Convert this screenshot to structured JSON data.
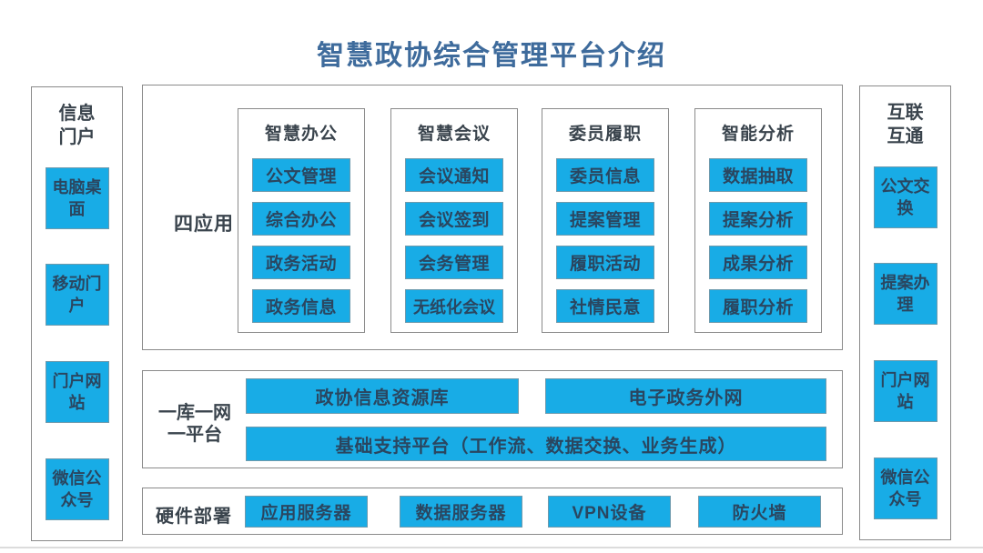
{
  "title": "智慧政协综合管理平台介绍",
  "colors": {
    "accent_cyan": "#18ace6",
    "title_blue": "#3e6b9c",
    "dark_text": "#2a4660",
    "border_gray": "#8a8a8a"
  },
  "left_panel": {
    "title": "信息门户",
    "items": [
      "电脑桌面",
      "移动门户",
      "门户网站",
      "微信公众号"
    ]
  },
  "right_panel": {
    "title": "互联互通",
    "items": [
      "公文交换",
      "提案办理",
      "门户网站",
      "微信公众号"
    ]
  },
  "applications": {
    "label": "四应用",
    "columns": [
      {
        "header": "智慧办公",
        "items": [
          "公文管理",
          "综合办公",
          "政务活动",
          "政务信息"
        ]
      },
      {
        "header": "智慧会议",
        "items": [
          "会议通知",
          "会议签到",
          "会务管理",
          "无纸化会议"
        ]
      },
      {
        "header": "委员履职",
        "items": [
          "委员信息",
          "提案管理",
          "履职活动",
          "社情民意"
        ]
      },
      {
        "header": "智能分析",
        "items": [
          "数据抽取",
          "提案分析",
          "成果分析",
          "履职分析"
        ]
      }
    ]
  },
  "platform": {
    "label": "一库一网一平台",
    "top_boxes": [
      "政协信息资源库",
      "电子政务外网"
    ],
    "bottom_box": "基础支持平台（工作流、数据交换、业务生成）"
  },
  "hardware": {
    "label": "硬件部署",
    "items": [
      "应用服务器",
      "数据服务器",
      "VPN设备",
      "防火墙"
    ]
  }
}
